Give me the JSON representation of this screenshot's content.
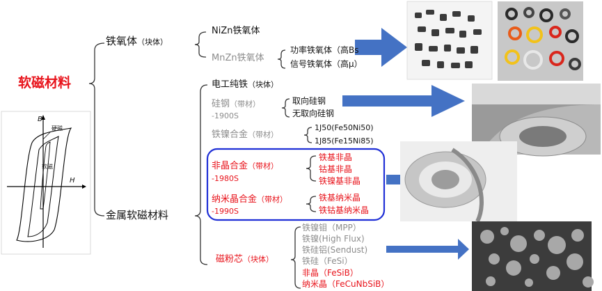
{
  "title": "软磁材料",
  "hysteresis": {
    "hard_label": "硬磁",
    "soft_label": "软磁",
    "b_axis": "B",
    "h_axis": "H"
  },
  "ferrite": {
    "label": "铁氧体",
    "form": "（块体）",
    "nizn": "NiZn铁氧体",
    "mnzn": "MnZn铁氧体",
    "mnzn_items": [
      "功率铁氧体（高Bs",
      "信号铁氧体（高μ）"
    ]
  },
  "metal": {
    "label": "金属软磁材料",
    "pure_iron": {
      "name": "电工纯铁",
      "form": "（块体）"
    },
    "silicon_steel": {
      "name": "硅钢",
      "form": "（带材）",
      "year": "-1900S",
      "items": [
        "取向硅钢",
        "无取向硅钢"
      ]
    },
    "fe_ni": {
      "name": "铁镍合金",
      "form": "（带材）",
      "items": [
        "1J50(Fe50Ni50)",
        "1J85(Fe15Ni85)"
      ]
    },
    "amorphous": {
      "name": "非晶合金",
      "form": "（带材）",
      "year": "-1980S",
      "items": [
        "铁基非晶",
        "钴基非晶",
        "铁镍基非晶"
      ]
    },
    "nanocrystal": {
      "name": "纳米晶合金",
      "form": "（带材）",
      "year": "-1990S",
      "items": [
        "铁基纳米晶",
        "铁钴基纳米晶"
      ]
    },
    "powder_core": {
      "name": "磁粉芯",
      "form": "（块体）",
      "items_gray": [
        "铁镍钼（MPP）",
        "铁镍(High Flux)",
        "铁硅铝(Sendust)",
        "铁硅（FeSi）"
      ],
      "items_red": [
        "非晶（FeSiB）",
        "纳米晶（FeCuNbSiB）"
      ]
    }
  },
  "colors": {
    "accent_red": "#e8131b",
    "arrow_blue": "#4472c4",
    "frame_blue": "#1f2fd6",
    "gray_text": "#8c8c8c"
  },
  "icons": [
    "arrow-right-icon"
  ]
}
